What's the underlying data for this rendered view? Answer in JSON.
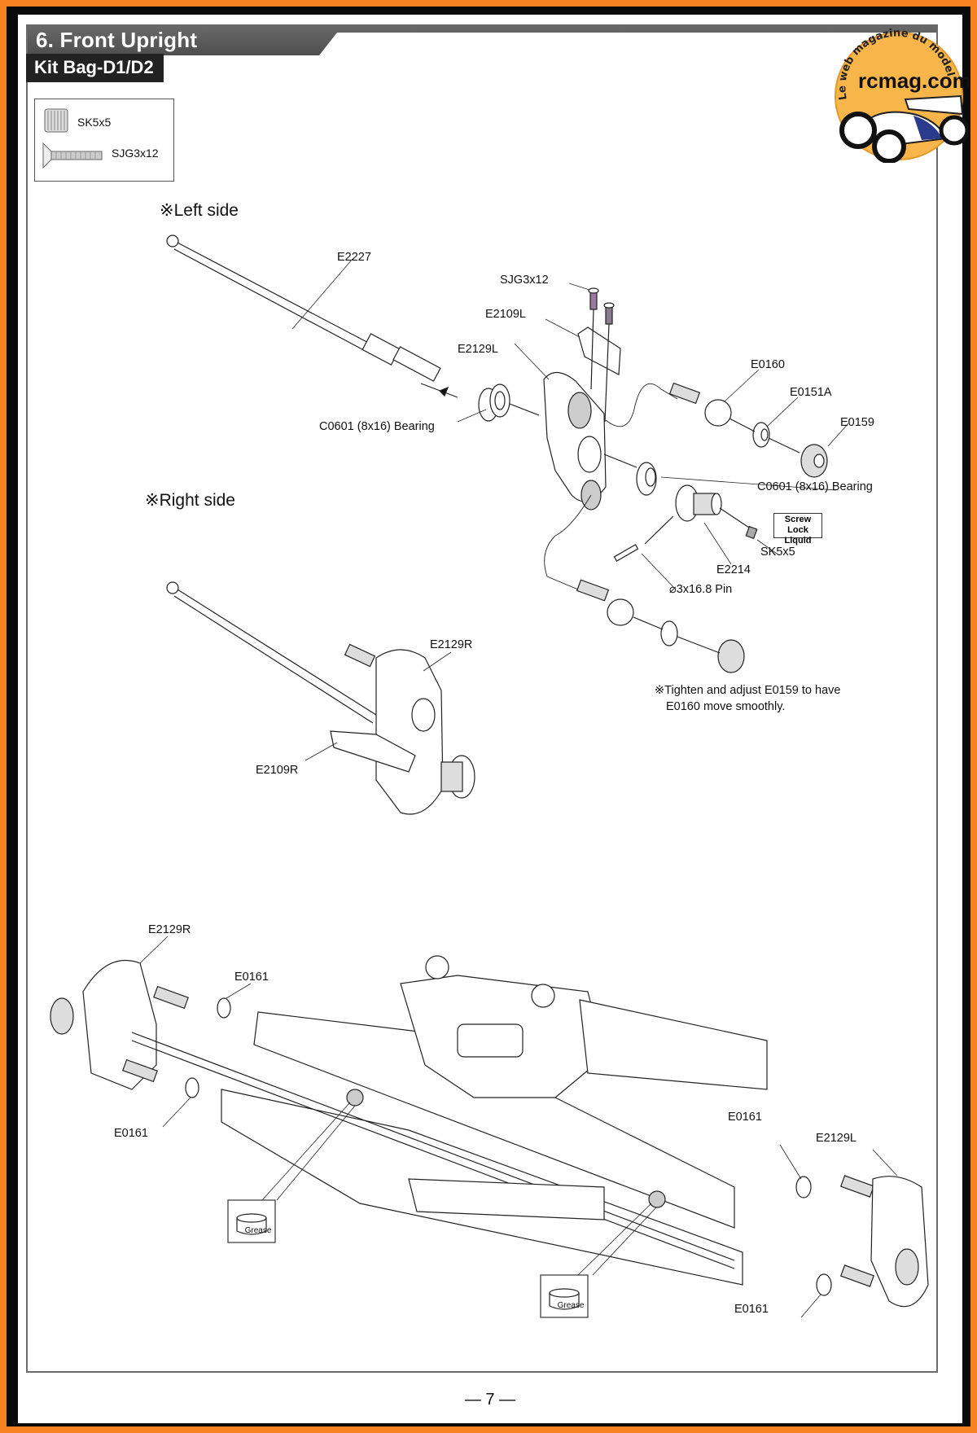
{
  "section": {
    "number": "6.",
    "title": "6. Front Upright"
  },
  "kit_bag": "Kit Bag-D1/D2",
  "parts_box": {
    "items": [
      {
        "icon": "set-screw-icon",
        "label": "SK5x5"
      },
      {
        "icon": "countersunk-screw-icon",
        "label": "SJG3x12"
      }
    ]
  },
  "left_side": {
    "heading": "※Left side",
    "labels": {
      "driveshaft": "E2227",
      "screws": "SJG3x12",
      "steering_arm": "E2109L",
      "upright": "E2129L",
      "bearing_inner": "C0601 (8x16) Bearing",
      "ball_stud": "E0160",
      "ball_cup": "E0151A",
      "adjust_nut": "E0159",
      "bearing_outer": "C0601 (8x16) Bearing",
      "screw_lock": "Screw Lock Liquid",
      "set_screw": "SK5x5",
      "axle": "E2214",
      "pin": "⌀3x16.8 Pin"
    },
    "note_line1": "※Tighten and adjust E0159 to have",
    "note_line2": "E0160 move smoothly."
  },
  "right_side": {
    "heading": "※Right side",
    "labels": {
      "upright": "E2129R",
      "steering_arm": "E2109R"
    }
  },
  "assembly": {
    "labels": {
      "upright_right": "E2129R",
      "washer_top_left": "E0161",
      "washer_bottom_left": "E0161",
      "washer_top_right": "E0161",
      "upright_left": "E2129L",
      "washer_bottom_right": "E0161"
    },
    "grease_label": "Grease"
  },
  "logo": {
    "arc_text": "Le web magazine du modelisme",
    "brand": "rcmag.com",
    "color": "#f7b54a"
  },
  "page_number": "— 7 —",
  "colors": {
    "frame": "#f5821f",
    "header_bg": "#5a5a5a",
    "kit_bg": "#222222"
  }
}
